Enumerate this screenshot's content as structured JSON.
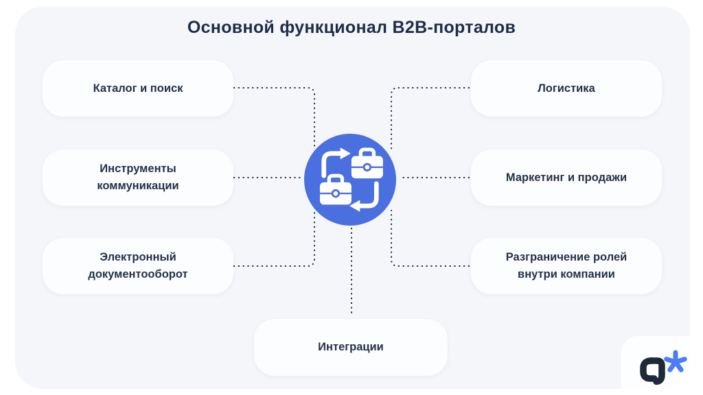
{
  "title": "Основной функционал B2B-порталов",
  "nodes": {
    "left": [
      {
        "label": "Каталог и поиск"
      },
      {
        "label": "Инструменты коммуникации"
      },
      {
        "label": "Электронный документооборот"
      }
    ],
    "right": [
      {
        "label": "Логистика"
      },
      {
        "label": "Маркетинг и продажи"
      },
      {
        "label": "Разграничение ролей внутри компании"
      }
    ],
    "bottom": [
      {
        "label": "Интеграции"
      }
    ]
  },
  "center": {
    "icon": "briefcase-exchange-icon"
  },
  "logo": {
    "glyph": "a",
    "mark": "asterisk-icon"
  },
  "colors": {
    "accent_blue": "#4A6FDE",
    "asterisk_blue": "#4C7CF6",
    "logo_glyph": "#1E2939",
    "panel_bg": "#F4F6F9",
    "card_bg": "#FCFDFE",
    "text": "#243149",
    "title_text": "#1E2C49",
    "connector_dots": "#2A3447"
  }
}
